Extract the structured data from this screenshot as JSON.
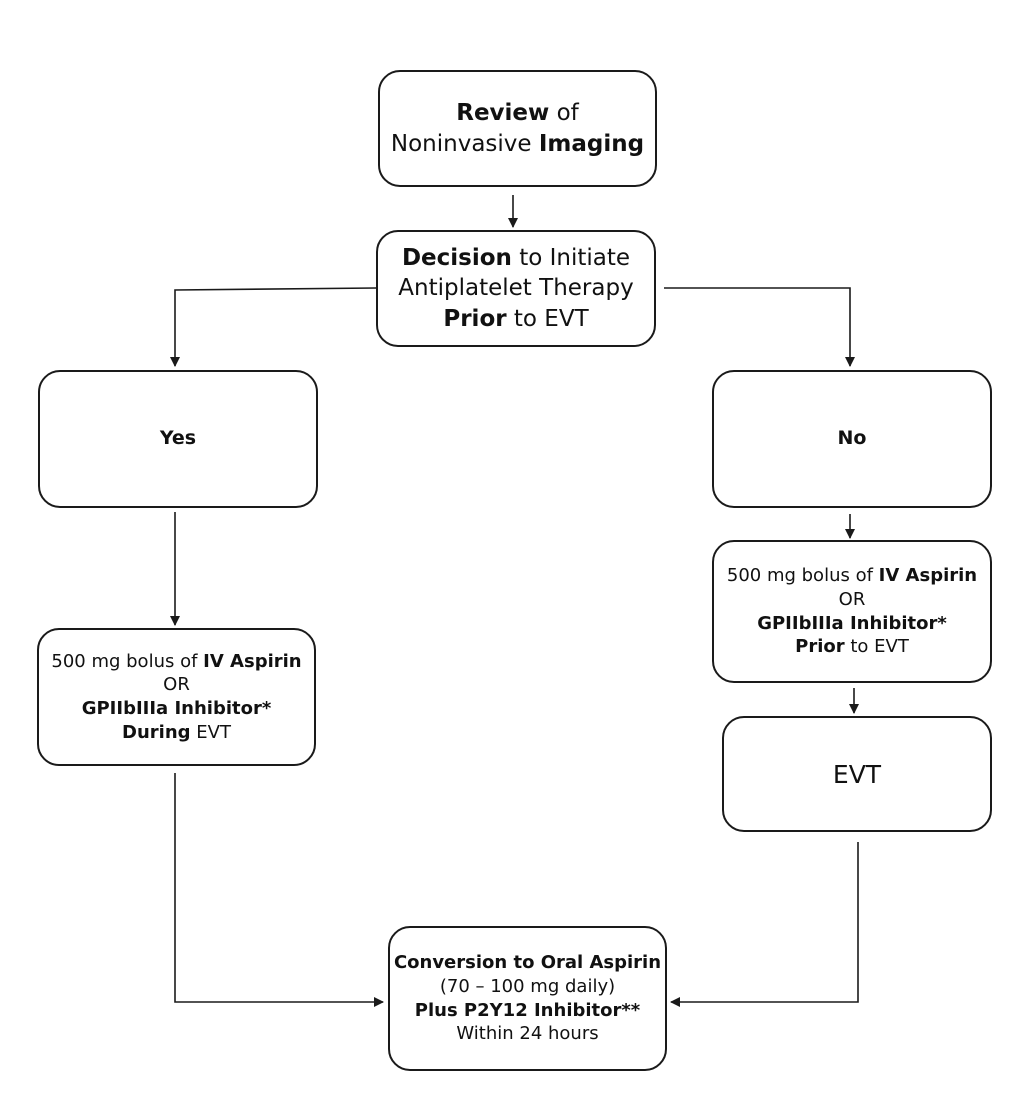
{
  "review": {
    "b1": "Review",
    "t1": " of",
    "t2": "Noninvasive ",
    "b2": "Imaging"
  },
  "decision": {
    "b1": "Decision",
    "t1": " to Initiate",
    "t2": "Antiplatelet Therapy",
    "b3": "Prior",
    "t3": " to EVT"
  },
  "yes": {
    "label": "Yes"
  },
  "no": {
    "label": "No"
  },
  "yes_treatment": {
    "t1": "500 mg bolus of ",
    "b1": "IV Aspirin",
    "t2": "OR",
    "b3": "GPIIbIIIa Inhibitor*",
    "b4": "During",
    "t4": " EVT"
  },
  "no_treatment": {
    "t1": "500 mg bolus of ",
    "b1": "IV Aspirin",
    "t2": "OR",
    "b3": "GPIIbIIIa Inhibitor*",
    "b4": "Prior",
    "t4": " to EVT"
  },
  "evt": {
    "label": "EVT"
  },
  "conversion": {
    "b1": "Conversion to Oral Aspirin",
    "t2": "(70 – 100 mg daily)",
    "b3": "Plus P2Y12 Inhibitor**",
    "t4": "Within 24 hours"
  }
}
